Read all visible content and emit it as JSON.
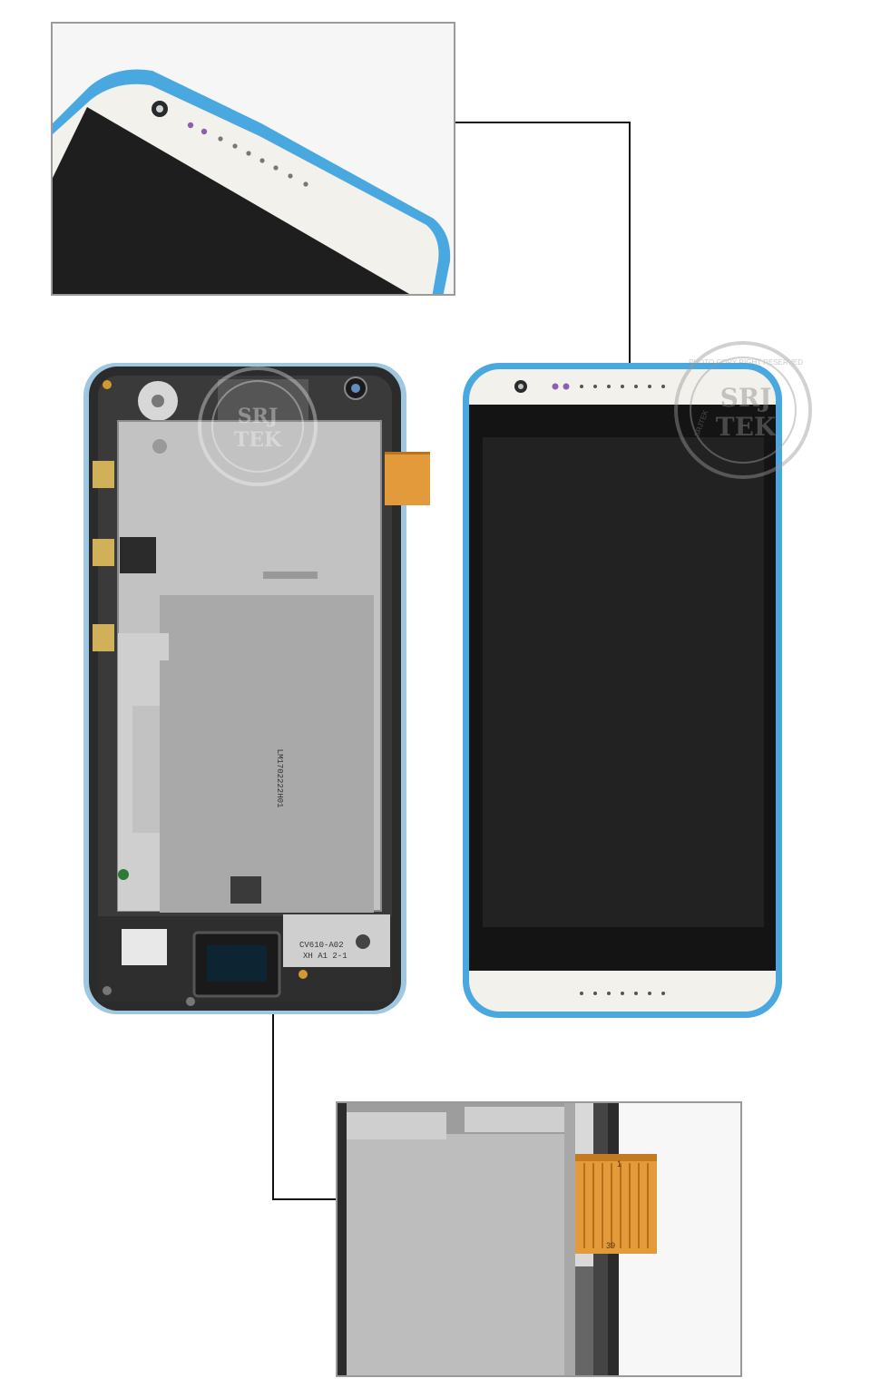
{
  "watermark": {
    "brand_line_1": "SRJ",
    "brand_line_2": "TEK",
    "ring_text": "PHOTO COPY RIGHT RESERVED",
    "side_text": "SRJTEK"
  },
  "back_panel": {
    "label_serial": "LM1702222H01",
    "label_model_1": "CV610-A02",
    "label_model_2": "XH A1 2-1"
  },
  "flex_cable": {
    "pin_label_a": "1",
    "pin_label_b": "39"
  },
  "colors": {
    "frame_blue": "#4aa8e0",
    "bezel_white": "#f3f1ec",
    "screen": "#1c1c1c",
    "metal": "#b9b9b9",
    "flex_orange": "#e39a3a",
    "connector_line": "#111111"
  }
}
